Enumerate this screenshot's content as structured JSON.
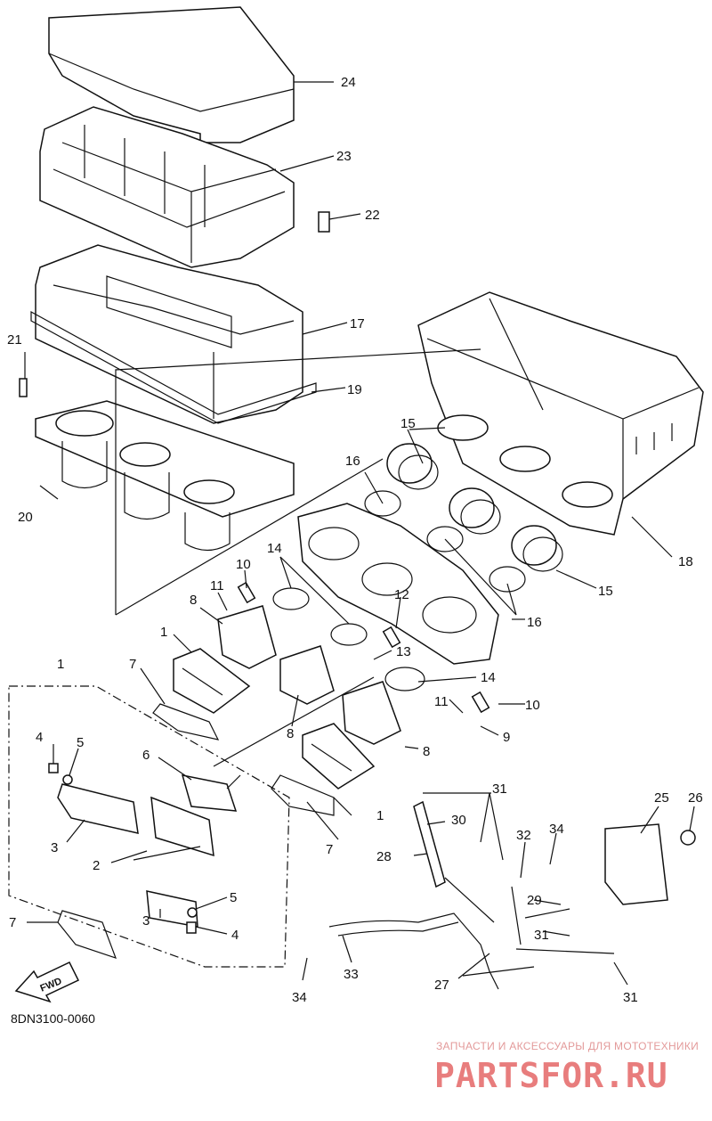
{
  "diagram": {
    "code": "8DN3100-0060",
    "fwd_label": "FWD",
    "callouts": [
      {
        "id": "c24",
        "text": "24"
      },
      {
        "id": "c23",
        "text": "23"
      },
      {
        "id": "c22",
        "text": "22"
      },
      {
        "id": "c17",
        "text": "17"
      },
      {
        "id": "c21",
        "text": "21"
      },
      {
        "id": "c19",
        "text": "19"
      },
      {
        "id": "c20",
        "text": "20"
      },
      {
        "id": "c15a",
        "text": "15"
      },
      {
        "id": "c16a",
        "text": "16"
      },
      {
        "id": "c18",
        "text": "18"
      },
      {
        "id": "c15b",
        "text": "15"
      },
      {
        "id": "c14a",
        "text": "14"
      },
      {
        "id": "c10a",
        "text": "10"
      },
      {
        "id": "c11a",
        "text": "11"
      },
      {
        "id": "c8a",
        "text": "8"
      },
      {
        "id": "c12",
        "text": "12"
      },
      {
        "id": "c16b",
        "text": "16"
      },
      {
        "id": "c1a",
        "text": "1"
      },
      {
        "id": "c13",
        "text": "13"
      },
      {
        "id": "c14b",
        "text": "14"
      },
      {
        "id": "c1b",
        "text": "1"
      },
      {
        "id": "c7a",
        "text": "7"
      },
      {
        "id": "c11b",
        "text": "11"
      },
      {
        "id": "c10b",
        "text": "10"
      },
      {
        "id": "c9",
        "text": "9"
      },
      {
        "id": "c8b",
        "text": "8"
      },
      {
        "id": "c8c",
        "text": "8"
      },
      {
        "id": "c4a",
        "text": "4"
      },
      {
        "id": "c5a",
        "text": "5"
      },
      {
        "id": "c6",
        "text": "6"
      },
      {
        "id": "c1c",
        "text": "1"
      },
      {
        "id": "c7b",
        "text": "7"
      },
      {
        "id": "c3a",
        "text": "3"
      },
      {
        "id": "c2",
        "text": "2"
      },
      {
        "id": "c5b",
        "text": "5"
      },
      {
        "id": "c3b",
        "text": "3"
      },
      {
        "id": "c7c",
        "text": "7"
      },
      {
        "id": "c4b",
        "text": "4"
      },
      {
        "id": "c31a",
        "text": "31"
      },
      {
        "id": "c30",
        "text": "30"
      },
      {
        "id": "c25",
        "text": "25"
      },
      {
        "id": "c26",
        "text": "26"
      },
      {
        "id": "c34a",
        "text": "34"
      },
      {
        "id": "c32",
        "text": "32"
      },
      {
        "id": "c28",
        "text": "28"
      },
      {
        "id": "c29",
        "text": "29"
      },
      {
        "id": "c31b",
        "text": "31"
      },
      {
        "id": "c33",
        "text": "33"
      },
      {
        "id": "c27",
        "text": "27"
      },
      {
        "id": "c34b",
        "text": "34"
      },
      {
        "id": "c31c",
        "text": "31"
      }
    ]
  },
  "watermark": {
    "tagline": "ЗАПЧАСТИ И АКСЕССУАРЫ ДЛЯ МОТОТЕХНИКИ",
    "brand": "PARTSFOR.RU"
  }
}
